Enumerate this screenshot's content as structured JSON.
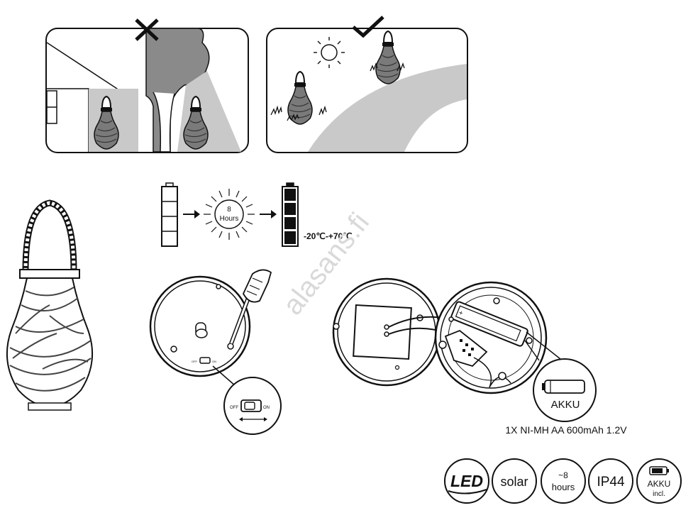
{
  "placement": {
    "wrong_mark": "✕",
    "right_mark": "✓"
  },
  "charging": {
    "hours_value": "8",
    "hours_unit": "Hours",
    "temperature_range": "-20℃-+70℃"
  },
  "switch": {
    "off_label": "OFF",
    "on_label": "ON"
  },
  "battery": {
    "callout_label": "AKKU",
    "spec": "1X NI-MH AA 600mAh 1.2V"
  },
  "watermark": "alasans.fi",
  "badges": {
    "led": "LED",
    "solar": "solar",
    "hours_top": "~8",
    "hours_bottom": "hours",
    "ip": "IP44",
    "akku_top": "AKKU",
    "akku_bottom": "incl."
  },
  "colors": {
    "line": "#1a1a1a",
    "shade": "#c9c9c9",
    "dark_shade": "#8a8a8a"
  }
}
